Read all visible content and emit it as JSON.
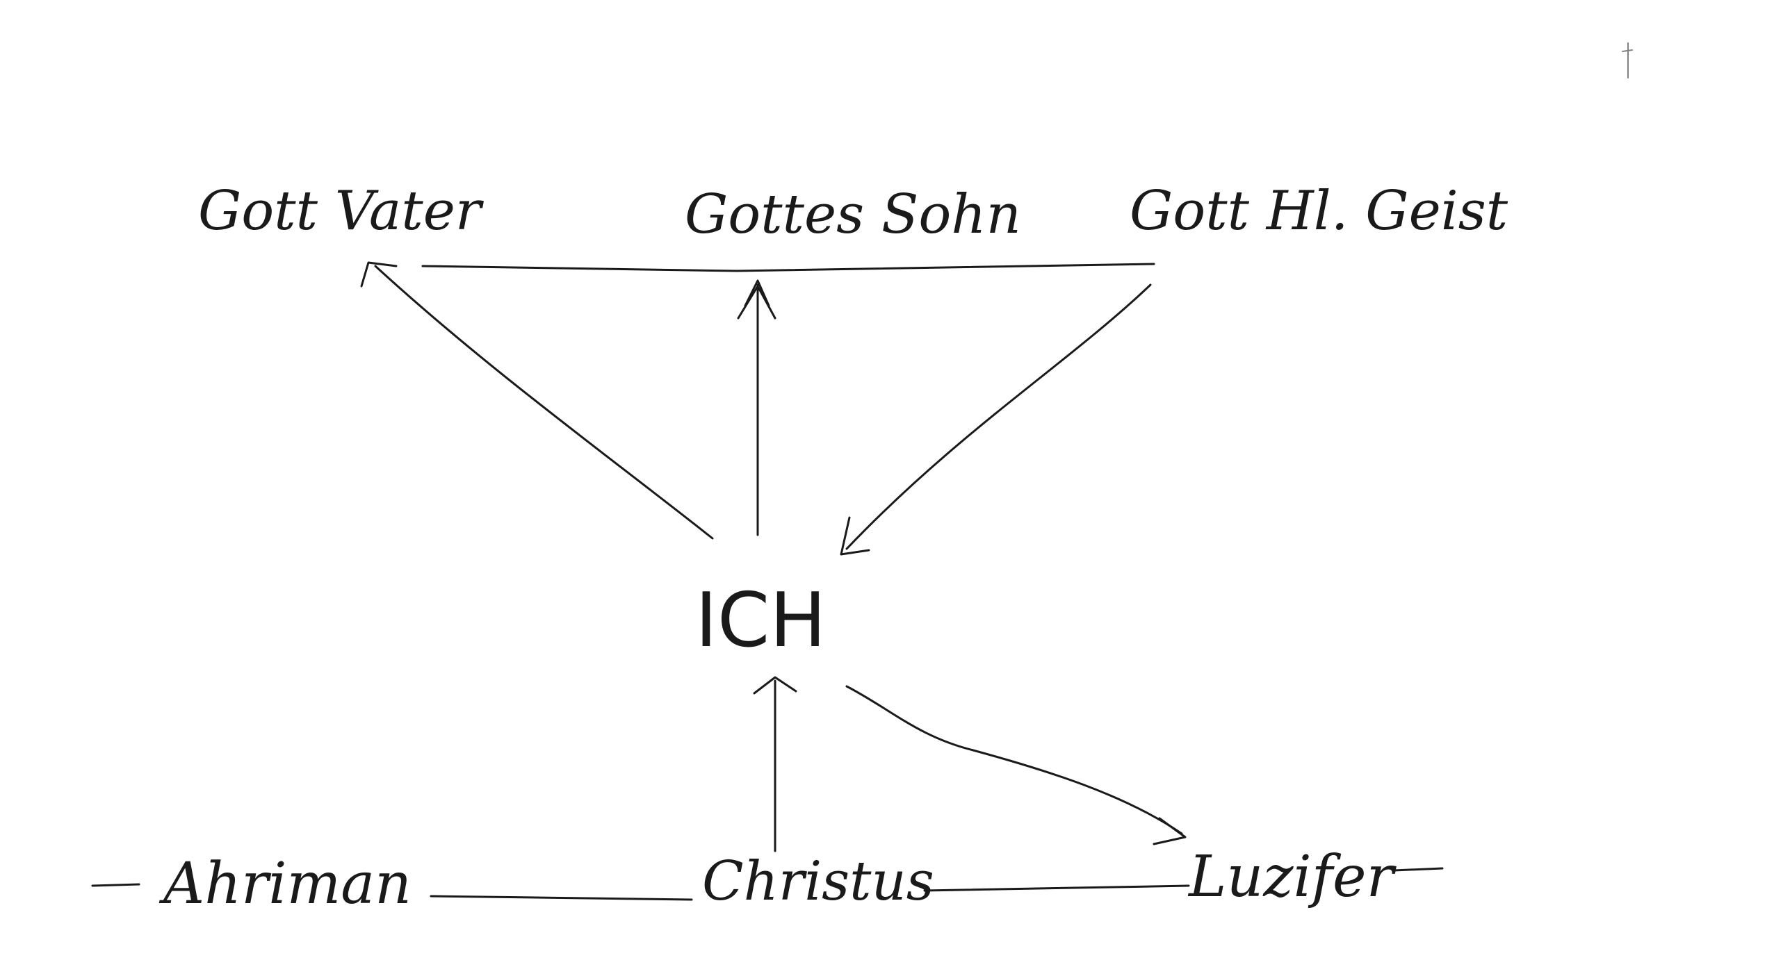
{
  "labels": {
    "gott_vater": "Gott Vater",
    "gottes_sohn": "Gottes Sohn",
    "gott_hl_geist": "Gott Hl. Geist",
    "ich": "ICH",
    "ahriman": "Ahriman",
    "christus": "Christus",
    "luzifer": "Luzifer"
  },
  "colors": {
    "ink": "#1a1a1a",
    "paper": "#ffffff"
  }
}
